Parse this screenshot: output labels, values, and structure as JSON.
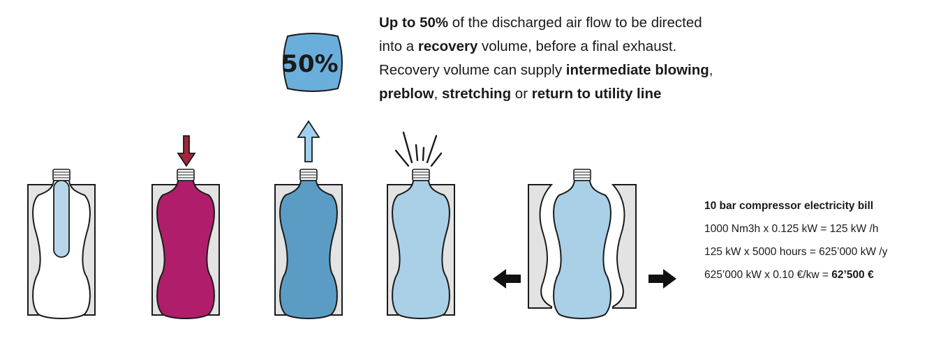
{
  "badge": {
    "label": "50%",
    "color": "#6aaedb"
  },
  "info": {
    "line1": {
      "bold": "Up to 50%",
      "rest": " of the discharged air flow to be directed"
    },
    "line2": {
      "pre": "into a ",
      "bold": "recovery",
      "rest": " volume, before a final exhaust."
    },
    "line3": {
      "pre": "Recovery volume can supply ",
      "bold": "intermediate blowing",
      "rest": ","
    },
    "line4": {
      "bold1": "preblow",
      "sep1": ", ",
      "bold2": "stretching",
      "sep2": " or ",
      "bold3": "return to utility line"
    }
  },
  "bill": {
    "title": "10 bar compressor electricity bill",
    "line1": "1000 Nm3h x 0.125 kW = 125 kW /h",
    "line2": "125 kW x 5000 hours = 625’000 kW /y",
    "line3_pre": "625’000 kW x 0.10 €/kw = ",
    "line3_bold": "62’500 €"
  },
  "stages": [
    {
      "name": "preform",
      "fill": "#ffffff",
      "preform_fill": "#b7d6ea"
    },
    {
      "name": "blowing",
      "fill": "#b01e6b",
      "arrow": "down",
      "arrow_color": "#a3243b"
    },
    {
      "name": "recovery",
      "fill": "#5b9cc4",
      "arrow": "up",
      "arrow_color": "#9fd0ef"
    },
    {
      "name": "exhaust",
      "fill": "#a9d0e6"
    },
    {
      "name": "mold-open",
      "fill": "#a9d0e6"
    }
  ],
  "colors": {
    "mold": "#e3e3e3",
    "outline": "#1a1a1a"
  }
}
